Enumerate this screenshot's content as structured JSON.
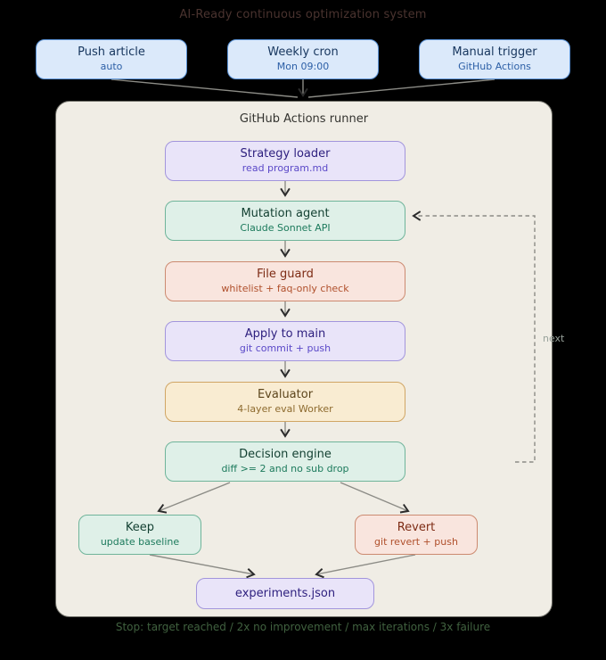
{
  "title": "AI-Ready continuous optimization system",
  "triggers": [
    {
      "label": "Push article",
      "sublabel": "auto"
    },
    {
      "label": "Weekly cron",
      "sublabel": "Mon 09:00"
    },
    {
      "label": "Manual trigger",
      "sublabel": "GitHub Actions"
    }
  ],
  "runner": {
    "label": "GitHub Actions runner"
  },
  "nodes": {
    "strategy_loader": {
      "label": "Strategy loader",
      "sublabel": "read program.md"
    },
    "mutation_agent": {
      "label": "Mutation agent",
      "sublabel": "Claude Sonnet API"
    },
    "file_guard": {
      "label": "File guard",
      "sublabel": "whitelist + faq-only check"
    },
    "apply_to_main": {
      "label": "Apply to main",
      "sublabel": "git commit + push"
    },
    "evaluator": {
      "label": "Evaluator",
      "sublabel": "4-layer eval Worker"
    },
    "decision_engine": {
      "label": "Decision engine",
      "sublabel": "diff >= 2 and no sub drop"
    },
    "keep": {
      "label": "Keep",
      "sublabel": "update baseline"
    },
    "revert": {
      "label": "Revert",
      "sublabel": "git revert + push"
    },
    "experiments": {
      "label": "experiments.json"
    }
  },
  "loop_label": "next",
  "stop_caption": "Stop: target reached / 2x no improvement / max iterations / 3x failure",
  "palette": {
    "page_background": "#000000",
    "runner_fill": "#f0ede5",
    "runner_border": "#6f6f68",
    "trigger_fill": "#dbe9fa",
    "trigger_border": "#5b93d6",
    "lavender_fill": "#e9e4f9",
    "lavender_border": "#a295dc",
    "mint_fill": "#dff0e8",
    "mint_border": "#6fb49a",
    "pink_fill": "#f9e5de",
    "pink_border": "#cc8a70",
    "amber_fill": "#f9ecd2",
    "amber_border": "#d0a564",
    "connector_gray": "#8c8c86",
    "arrowhead_dark": "#2b2b2b",
    "page_title_color": "#4a332f",
    "stop_caption_color": "#40613f"
  }
}
